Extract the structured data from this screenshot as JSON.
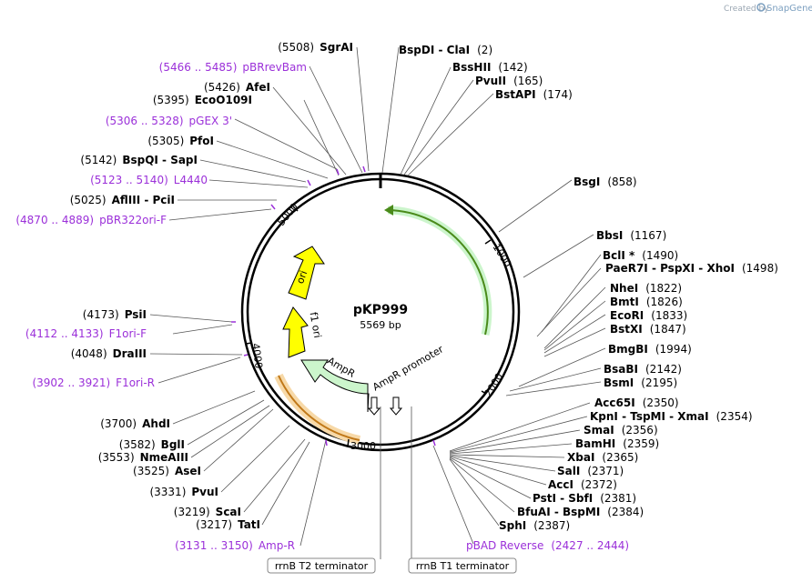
{
  "watermark": {
    "prefix": "Created by",
    "brand": "SnapGene"
  },
  "plasmid": {
    "name": "pKP999",
    "length": "5569 bp"
  },
  "ticks": [
    "1000",
    "2000",
    "3000",
    "4000",
    "5000"
  ],
  "features": {
    "ori": "ori",
    "f1ori": "f1 ori",
    "ampr": "AmpR",
    "ampr_promoter": "AmpR promoter"
  },
  "terminators": [
    "rrnB T2 terminator",
    "rrnB T1 terminator"
  ],
  "left_labels": [
    {
      "pos": "(5508)",
      "name": "SgrAI",
      "kind": "enzyme"
    },
    {
      "pos": "(5466 .. 5485)",
      "name": "pBRrevBam",
      "kind": "primer"
    },
    {
      "pos": "(5426)",
      "name": "AfeI",
      "kind": "enzyme"
    },
    {
      "pos": "(5395)",
      "name": "EcoO109I",
      "kind": "enzyme"
    },
    {
      "pos": "(5306 .. 5328)",
      "name": "pGEX 3'",
      "kind": "primer"
    },
    {
      "pos": "(5305)",
      "name": "PfoI",
      "kind": "enzyme"
    },
    {
      "pos": "(5142)",
      "name": "BspQI - SapI",
      "kind": "enzyme"
    },
    {
      "pos": "(5123 .. 5140)",
      "name": "L4440",
      "kind": "primer"
    },
    {
      "pos": "(5025)",
      "name": "AflIII - PciI",
      "kind": "enzyme"
    },
    {
      "pos": "(4870 .. 4889)",
      "name": "pBR322ori-F",
      "kind": "primer"
    },
    {
      "pos": "(4173)",
      "name": "PsiI",
      "kind": "enzyme"
    },
    {
      "pos": "(4112 .. 4133)",
      "name": "F1ori-F",
      "kind": "primer"
    },
    {
      "pos": "(4048)",
      "name": "DraIII",
      "kind": "enzyme"
    },
    {
      "pos": "(3902 .. 3921)",
      "name": "F1ori-R",
      "kind": "primer"
    },
    {
      "pos": "(3700)",
      "name": "AhdI",
      "kind": "enzyme"
    },
    {
      "pos": "(3582)",
      "name": "BglI",
      "kind": "enzyme"
    },
    {
      "pos": "(3553)",
      "name": "NmeAIII",
      "kind": "enzyme"
    },
    {
      "pos": "(3525)",
      "name": "AseI",
      "kind": "enzyme"
    },
    {
      "pos": "(3331)",
      "name": "PvuI",
      "kind": "enzyme"
    },
    {
      "pos": "(3219)",
      "name": "ScaI",
      "kind": "enzyme"
    },
    {
      "pos": "(3217)",
      "name": "TatI",
      "kind": "enzyme"
    },
    {
      "pos": "(3131 .. 3150)",
      "name": "Amp-R",
      "kind": "primer"
    }
  ],
  "right_labels": [
    {
      "name": "BspDI - ClaI",
      "pos": "(2)",
      "kind": "enzyme"
    },
    {
      "name": "BssHII",
      "pos": "(142)",
      "kind": "enzyme"
    },
    {
      "name": "PvuII",
      "pos": "(165)",
      "kind": "enzyme"
    },
    {
      "name": "BstAPI",
      "pos": "(174)",
      "kind": "enzyme"
    },
    {
      "name": "BsgI",
      "pos": "(858)",
      "kind": "enzyme"
    },
    {
      "name": "BbsI",
      "pos": "(1167)",
      "kind": "enzyme"
    },
    {
      "name": "BclI *",
      "pos": "(1490)",
      "kind": "enzyme"
    },
    {
      "name": "PaeR7I - PspXI - XhoI",
      "pos": "(1498)",
      "kind": "enzyme"
    },
    {
      "name": "NheI",
      "pos": "(1822)",
      "kind": "enzyme"
    },
    {
      "name": "BmtI",
      "pos": "(1826)",
      "kind": "enzyme"
    },
    {
      "name": "EcoRI",
      "pos": "(1833)",
      "kind": "enzyme"
    },
    {
      "name": "BstXI",
      "pos": "(1847)",
      "kind": "enzyme"
    },
    {
      "name": "BmgBI",
      "pos": "(1994)",
      "kind": "enzyme"
    },
    {
      "name": "BsaBI",
      "pos": "(2142)",
      "kind": "enzyme"
    },
    {
      "name": "BsmI",
      "pos": "(2195)",
      "kind": "enzyme"
    },
    {
      "name": "Acc65I",
      "pos": "(2350)",
      "kind": "enzyme"
    },
    {
      "name": "KpnI - TspMI - XmaI",
      "pos": "(2354)",
      "kind": "enzyme"
    },
    {
      "name": "SmaI",
      "pos": "(2356)",
      "kind": "enzyme"
    },
    {
      "name": "BamHI",
      "pos": "(2359)",
      "kind": "enzyme"
    },
    {
      "name": "XbaI",
      "pos": "(2365)",
      "kind": "enzyme"
    },
    {
      "name": "SalI",
      "pos": "(2371)",
      "kind": "enzyme"
    },
    {
      "name": "AccI",
      "pos": "(2372)",
      "kind": "enzyme"
    },
    {
      "name": "PstI - SbfI",
      "pos": "(2381)",
      "kind": "enzyme"
    },
    {
      "name": "BfuAI - BspMI",
      "pos": "(2384)",
      "kind": "enzyme"
    },
    {
      "name": "SphI",
      "pos": "(2387)",
      "kind": "enzyme"
    },
    {
      "name": "pBAD Reverse",
      "pos": "(2427 .. 2444)",
      "kind": "primer"
    }
  ],
  "colors": {
    "primer": "#9b30d9",
    "ori": "#ffff00",
    "ampr": "#ccf5cc",
    "green_arc": "#8ee04a",
    "orange_arc": "#e8a030",
    "ring": "#000000"
  }
}
